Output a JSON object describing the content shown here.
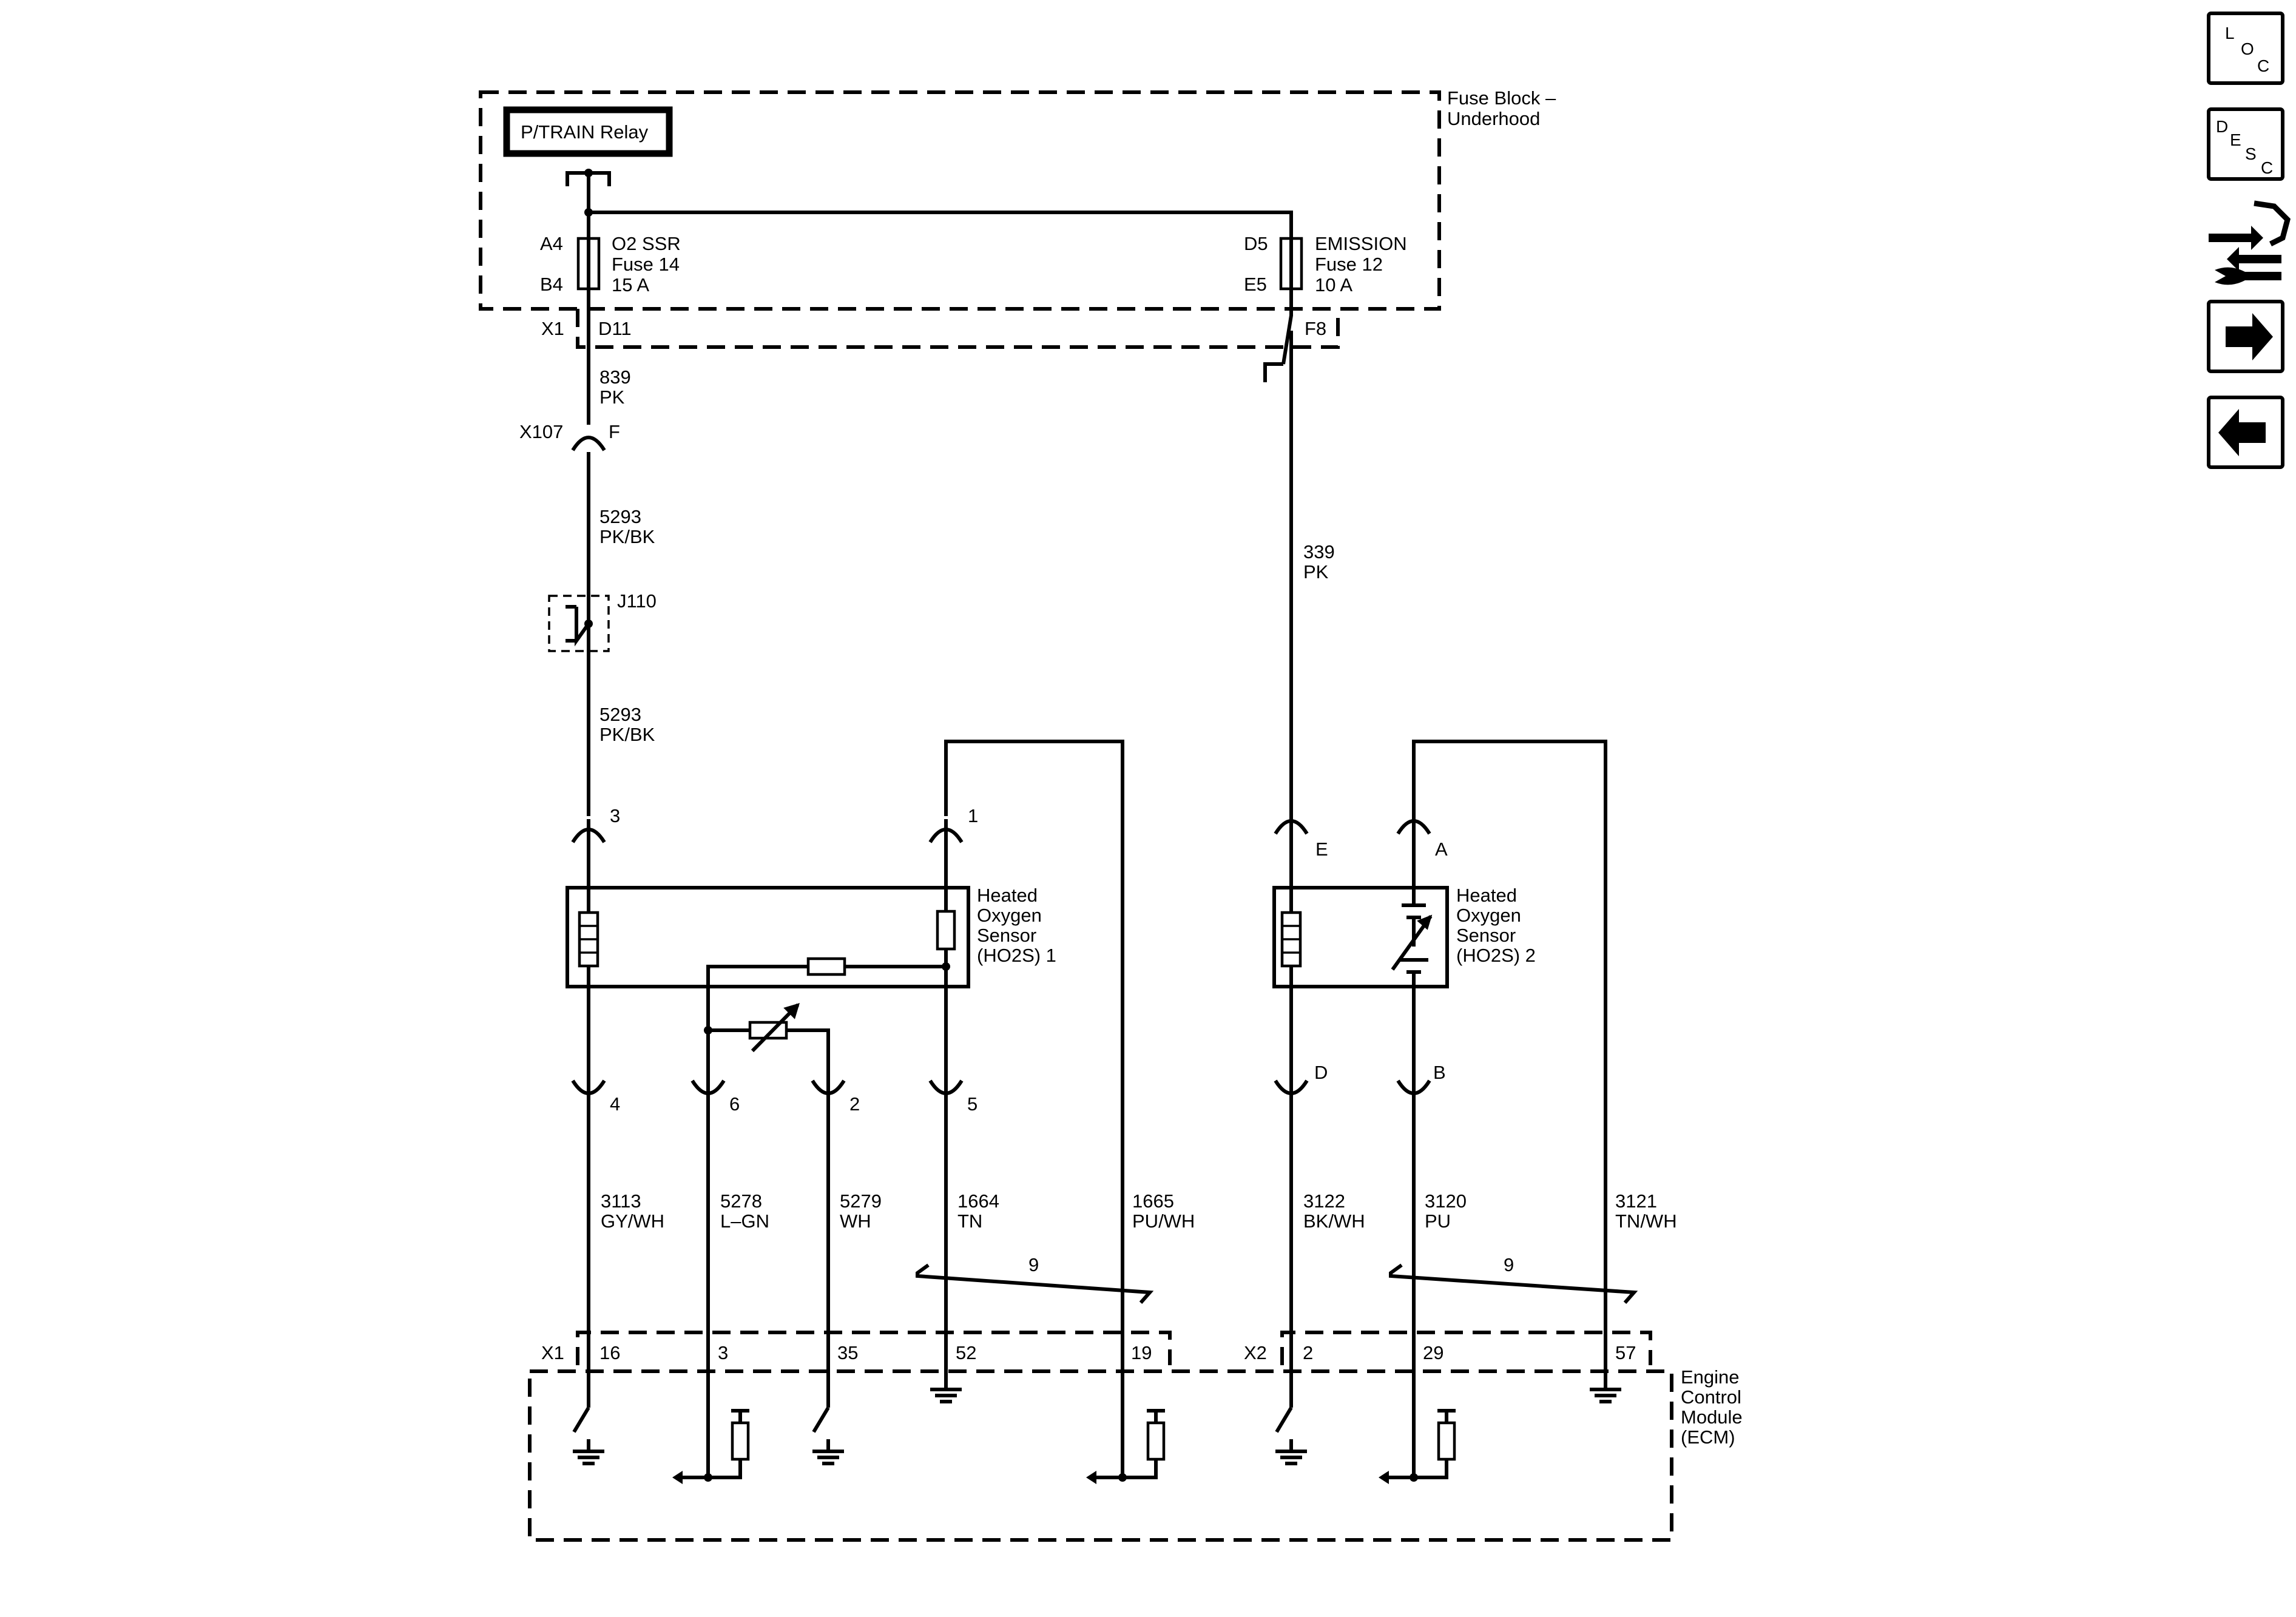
{
  "fuse_block": {
    "title_line1": "Fuse Block –",
    "title_line2": "Underhood",
    "relay": "P/TRAIN Relay",
    "fuse14": {
      "pin_top": "A4",
      "pin_bottom": "B4",
      "name": "O2 SSR",
      "fuse": "Fuse 14",
      "rating": "15 A"
    },
    "fuse12": {
      "pin_top": "D5",
      "pin_bottom": "E5",
      "name": "EMISSION",
      "fuse": "Fuse 12",
      "rating": "10 A"
    }
  },
  "connectors": {
    "x1_top": "X1",
    "d11": "D11",
    "f8": "F8",
    "x107": "X107",
    "x107_pin": "F",
    "j110": "J110",
    "s1_pin_3": "3",
    "s1_pin_1": "1",
    "s1_pin_4": "4",
    "s1_pin_6": "6",
    "s1_pin_2": "2",
    "s1_pin_5": "5",
    "s2_pin_e": "E",
    "s2_pin_a": "A",
    "s2_pin_d": "D",
    "s2_pin_b": "B",
    "x1_bottom": "X1",
    "x2_bottom": "X2",
    "ecm_pins": [
      "16",
      "3",
      "35",
      "52",
      "19",
      "2",
      "29",
      "57"
    ]
  },
  "wires": {
    "w839": {
      "circuit": "839",
      "color": "PK"
    },
    "w5293a": {
      "circuit": "5293",
      "color": "PK/BK"
    },
    "w5293b": {
      "circuit": "5293",
      "color": "PK/BK"
    },
    "w339": {
      "circuit": "339",
      "color": "PK"
    },
    "w3113": {
      "circuit": "3113",
      "color": "GY/WH"
    },
    "w5278": {
      "circuit": "5278",
      "color": "L–GN"
    },
    "w5279": {
      "circuit": "5279",
      "color": "WH"
    },
    "w1664": {
      "circuit": "1664",
      "color": "TN"
    },
    "w1665": {
      "circuit": "1665",
      "color": "PU/WH"
    },
    "w3122": {
      "circuit": "3122",
      "color": "BK/WH"
    },
    "w3120": {
      "circuit": "3120",
      "color": "PU"
    },
    "w3121": {
      "circuit": "3121",
      "color": "TN/WH"
    },
    "twist1": "9",
    "twist2": "9"
  },
  "sensor1": {
    "line1": "Heated",
    "line2": "Oxygen",
    "line3": "Sensor",
    "line4": "(HO2S) 1"
  },
  "sensor2": {
    "line1": "Heated",
    "line2": "Oxygen",
    "line3": "Sensor",
    "line4": "(HO2S) 2"
  },
  "ecm": {
    "line1": "Engine",
    "line2": "Control",
    "line3": "Module",
    "line4": "(ECM)"
  },
  "nav": {
    "loc": {
      "l": "L",
      "o": "O",
      "c": "C"
    },
    "desc": {
      "d": "D",
      "e": "E",
      "s": "S",
      "c": "C"
    },
    "icons": [
      "loc-icon",
      "desc-icon",
      "connector-tool-icon",
      "arrow-right-icon",
      "arrow-left-icon"
    ]
  }
}
